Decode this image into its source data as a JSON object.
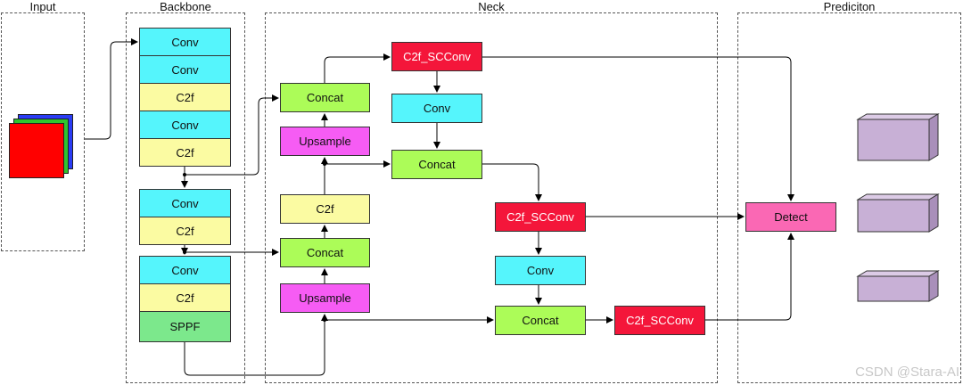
{
  "sections": {
    "input": "Input",
    "backbone": "Backbone",
    "neck": "Neck",
    "prediction": "Prediciton"
  },
  "backbone": {
    "conv1": "Conv",
    "conv2": "Conv",
    "c2f1": "C2f",
    "conv3": "Conv",
    "c2f2": "C2f",
    "conv4": "Conv",
    "c2f3": "C2f",
    "conv5": "Conv",
    "c2f4": "C2f",
    "sppf": "SPPF"
  },
  "neck": {
    "concat_top": "Concat",
    "upsample_top": "Upsample",
    "c2f": "C2f",
    "concat_mid": "Concat",
    "upsample_bottom": "Upsample",
    "scconv_top": "C2f_SCConv",
    "conv_top": "Conv",
    "concat_right_top": "Concat",
    "scconv_mid": "C2f_SCConv",
    "conv_mid": "Conv",
    "concat_bottom": "Concat",
    "scconv_bottom": "C2f_SCConv"
  },
  "prediction": {
    "detect": "Detect",
    "boxes": [
      "large-box",
      "medium-box",
      "small-box"
    ]
  },
  "watermark": "CSDN @Stara-AI",
  "colors": {
    "conv": "#55f5fc",
    "c2f": "#fbfba2",
    "concat": "#acfc58",
    "sppf": "#7ce88c",
    "upsample": "#f65cf4",
    "scconv": "#f4163a",
    "detect": "#fa68b4",
    "output_box": "#c8b0d6"
  }
}
